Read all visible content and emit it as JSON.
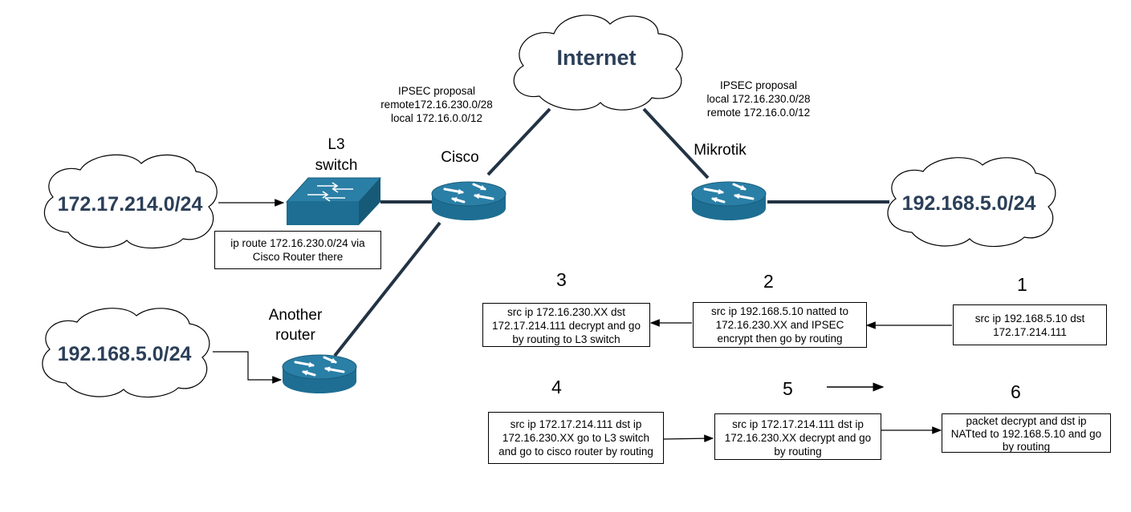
{
  "clouds": {
    "internet": "Internet",
    "left_top": "172.17.214.0/24",
    "left_bottom": "192.168.5.0/24",
    "right": "192.168.5.0/24"
  },
  "devices": {
    "l3_switch": [
      "L3",
      "switch"
    ],
    "cisco": "Cisco",
    "mikrotik": "Mikrotik",
    "another_router": [
      "Another",
      "router"
    ]
  },
  "ipsec_left": [
    "IPSEC proposal",
    "remote172.16.230.0/28",
    "local 172.16.0.0/12"
  ],
  "ipsec_right": [
    "IPSEC proposal",
    "local 172.16.230.0/28",
    "remote 172.16.0.0/12"
  ],
  "route_note": [
    "ip route 172.16.230.0/24 via",
    "Cisco Router there"
  ],
  "steps": {
    "s1": {
      "num": "1",
      "lines": [
        "src ip 192.168.5.10 dst",
        "172.17.214.111"
      ]
    },
    "s2": {
      "num": "2",
      "lines": [
        "src ip 192.168.5.10 natted to",
        "172.16.230.XX and IPSEC",
        "encrypt  then go by routing"
      ]
    },
    "s3": {
      "num": "3",
      "lines": [
        "src ip 172.16.230.XX dst",
        "172.17.214.111 decrypt and go",
        "by routing to L3 switch"
      ]
    },
    "s4": {
      "num": "4",
      "lines": [
        "src ip 172.17.214.111 dst ip",
        "172.16.230.XX go to L3 switch",
        "and go to cisco router by routing"
      ]
    },
    "s5": {
      "num": "5",
      "lines": [
        "src ip 172.17.214.111 dst ip",
        "172.16.230.XX decrypt and go",
        "by routing"
      ]
    },
    "s6": {
      "num": "6",
      "lines": [
        "packet decrypt and dst ip",
        "NATted to 192.168.5.10 and go",
        "by routing"
      ]
    }
  },
  "colors": {
    "device": "#1d6e92",
    "device_top": "#2a7fa6",
    "link": "#223344",
    "cloud_text": "#2b3f58"
  }
}
